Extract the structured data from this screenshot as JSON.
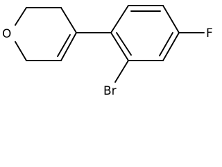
{
  "molecule": {
    "atoms": {
      "oxygen": "O",
      "fluorine": "F",
      "bromine": "Br"
    }
  }
}
